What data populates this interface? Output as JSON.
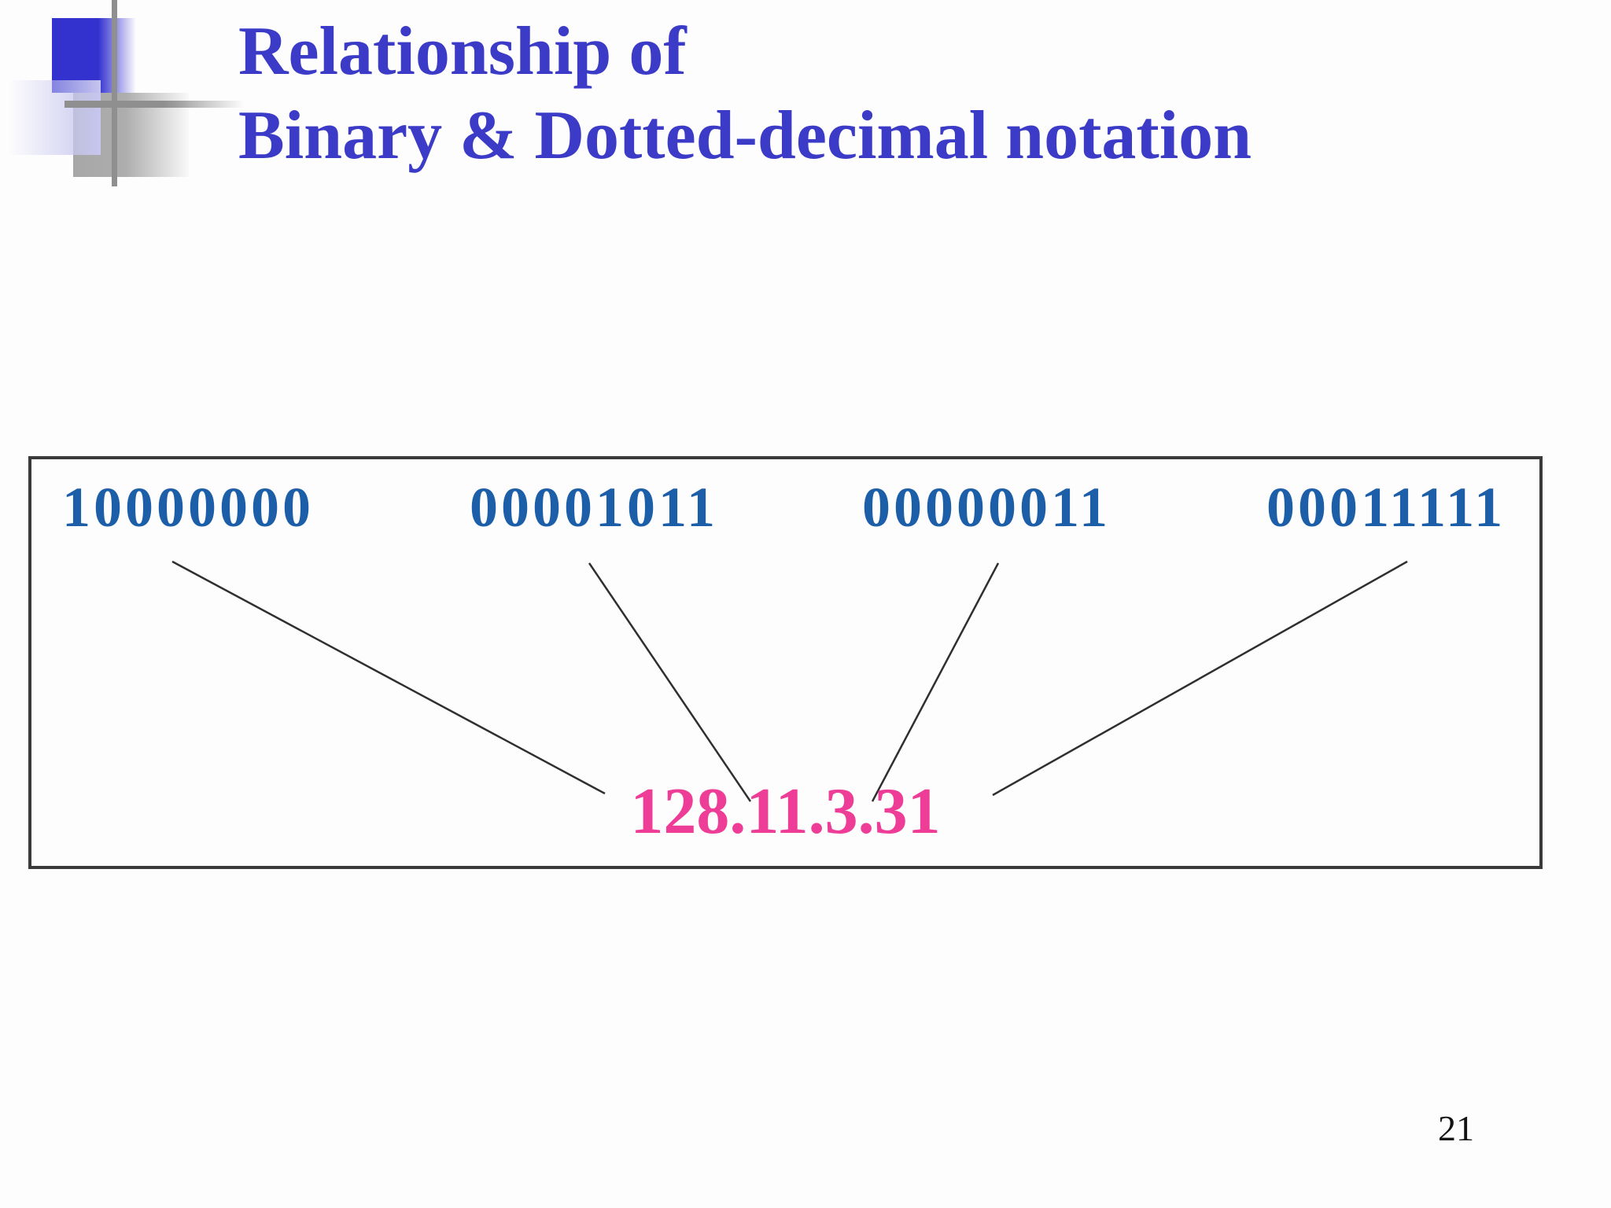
{
  "slide": {
    "title": {
      "line1": "Relationship of",
      "line2": "Binary & Dotted-decimal notation"
    },
    "page_number": "21"
  },
  "diagram": {
    "binary_octets": [
      "10000000",
      "00001011",
      "00000011",
      "00011111"
    ],
    "dotted_decimal": "128.11.3.31"
  },
  "colors": {
    "title_text": "#3B3BC8",
    "binary_text": "#1C5FA8",
    "decimal_text": "#EE3D96",
    "box_border": "#3A3A3A",
    "connector_line": "#2F2F2F",
    "decoration_blue": "#3432CF",
    "decoration_gray": "#ADADAD",
    "decoration_lavender": "#C6C6EF",
    "decoration_line_gray": "#8F8F8F"
  }
}
